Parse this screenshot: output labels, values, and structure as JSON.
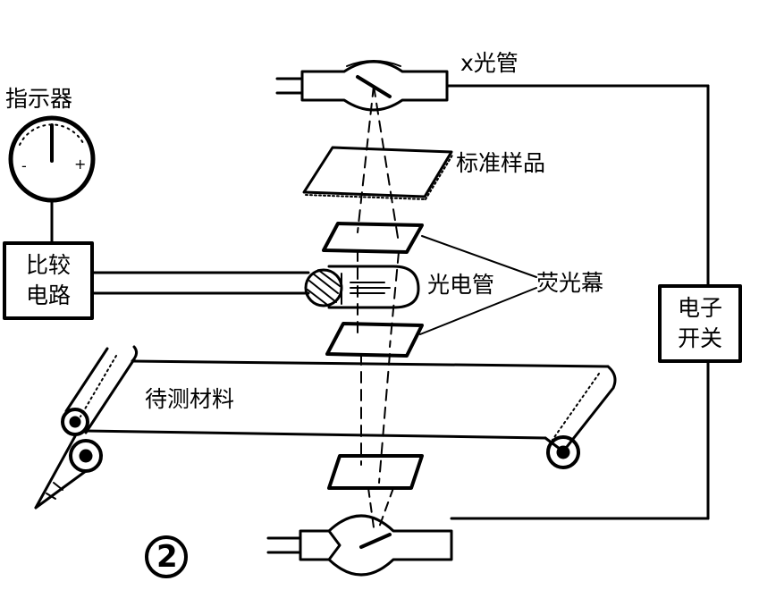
{
  "labels": {
    "indicator": "指示器",
    "xray_tube": "x光管",
    "standard_sample": "标准样品",
    "comparison_circuit_line1": "比较",
    "comparison_circuit_line2": "电路",
    "phototube": "光电管",
    "fluorescent_screen": "荧光幕",
    "electronic_switch_line1": "电子",
    "electronic_switch_line2": "开关",
    "material_under_test": "待测材料",
    "figure_number": "2"
  },
  "gauge": {
    "minus": "-",
    "plus": "+"
  }
}
